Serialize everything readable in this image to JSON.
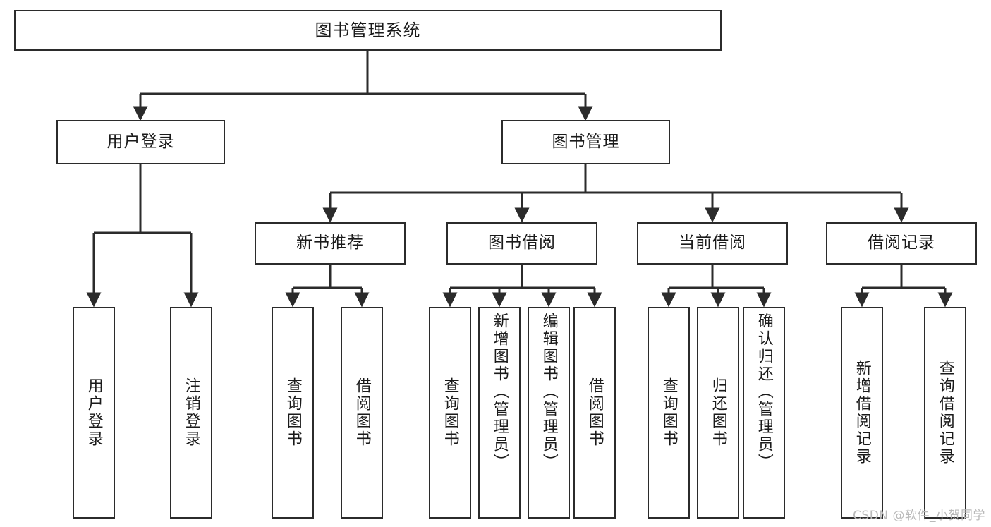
{
  "diagram": {
    "type": "tree",
    "title": "图书管理系统",
    "watermark": "CSDN @软件_小贺同学",
    "root": {
      "id": "root",
      "label": "图书管理系统",
      "level": 0
    },
    "level1": [
      {
        "id": "user-login",
        "label": "用户登录"
      },
      {
        "id": "book-manage",
        "label": "图书管理"
      }
    ],
    "level2": [
      {
        "id": "new-book-recommend",
        "label": "新书推荐",
        "parent": "book-manage"
      },
      {
        "id": "book-borrow",
        "label": "图书借阅",
        "parent": "book-manage"
      },
      {
        "id": "current-borrow",
        "label": "当前借阅",
        "parent": "book-manage"
      },
      {
        "id": "borrow-record",
        "label": "借阅记录",
        "parent": "book-manage"
      }
    ],
    "leaves": {
      "user_login": [
        {
          "id": "leaf-user-login",
          "label": "用户登录"
        },
        {
          "id": "leaf-user-logout",
          "label": "注销登录"
        }
      ],
      "new_book_recommend": [
        {
          "id": "leaf-query-book-1",
          "label": "查询图书"
        },
        {
          "id": "leaf-borrow-book-1",
          "label": "借阅图书"
        }
      ],
      "book_borrow": [
        {
          "id": "leaf-query-book-2",
          "label": "查询图书"
        },
        {
          "id": "leaf-add-book",
          "label": "新增图书（管理员）"
        },
        {
          "id": "leaf-edit-book",
          "label": "编辑图书（管理员）"
        },
        {
          "id": "leaf-borrow-book-2",
          "label": "借阅图书"
        }
      ],
      "current_borrow": [
        {
          "id": "leaf-query-book-3",
          "label": "查询图书"
        },
        {
          "id": "leaf-return-book",
          "label": "归还图书"
        },
        {
          "id": "leaf-confirm-return",
          "label": "确认归还（管理员）"
        }
      ],
      "borrow_record": [
        {
          "id": "leaf-add-record",
          "label": "新增借阅记录"
        },
        {
          "id": "leaf-query-record",
          "label": "查询借阅记录"
        }
      ]
    },
    "colors": {
      "stroke": "#2b2b2b",
      "fill": "#ffffff",
      "text": "#1a1a1a",
      "watermark": "#b9b9b9"
    }
  }
}
